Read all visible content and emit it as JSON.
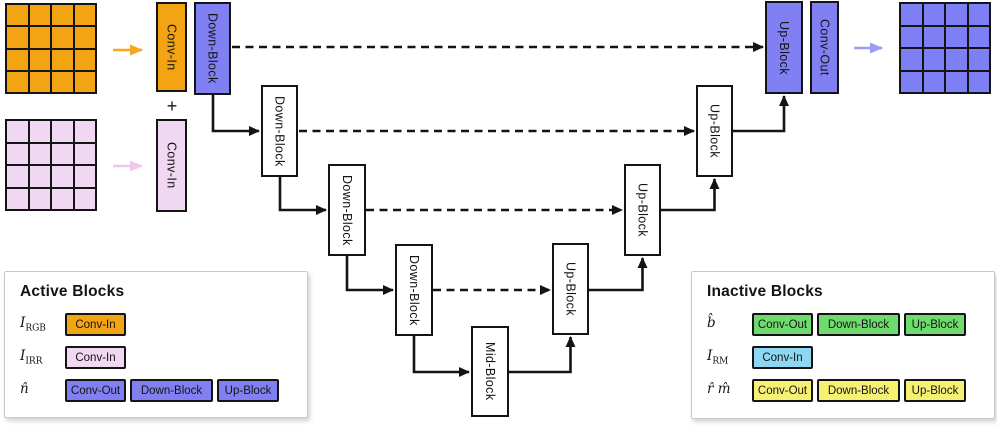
{
  "colors": {
    "orange": "#F2A412",
    "pink": "#F0D7F2",
    "purple": "#8080F2",
    "grid_purple": "#7E7EF5",
    "arrow_orange": "#F5A623",
    "arrow_pink": "#F2C6EA",
    "arrow_purple": "#9C9CF5",
    "green": "#6FDB6F",
    "blue": "#8DD7F2",
    "yellow": "#F6F173",
    "outline": "#141414"
  },
  "unet": {
    "conv_in": "Conv-In",
    "down_block": "Down-Block",
    "mid_block": "Mid-Block",
    "up_block": "Up-Block",
    "conv_out": "Conv-Out",
    "plus": "+"
  },
  "legend_active": {
    "title": "Active Blocks",
    "rows": [
      {
        "label_base": "I",
        "label_sub": "RGB",
        "chips": [
          {
            "text": "Conv-In",
            "color": "#F2A412"
          }
        ]
      },
      {
        "label_base": "I",
        "label_sub": "IRR",
        "chips": [
          {
            "text": "Conv-In",
            "color": "#F0D7F2"
          }
        ]
      },
      {
        "label_base": "n̂",
        "label_sub": "",
        "chips": [
          {
            "text": "Conv-Out",
            "color": "#8080F2"
          },
          {
            "text": "Down-Block",
            "color": "#8080F2"
          },
          {
            "text": "Up-Block",
            "color": "#8080F2"
          }
        ]
      }
    ]
  },
  "legend_inactive": {
    "title": "Inactive Blocks",
    "rows": [
      {
        "label_base": "b̂",
        "label_sub": "",
        "chips": [
          {
            "text": "Conv-Out",
            "color": "#6FDB6F"
          },
          {
            "text": "Down-Block",
            "color": "#6FDB6F"
          },
          {
            "text": "Up-Block",
            "color": "#6FDB6F"
          }
        ]
      },
      {
        "label_base": "I",
        "label_sub": "RM",
        "chips": [
          {
            "text": "Conv-In",
            "color": "#8DD7F2"
          }
        ]
      },
      {
        "label_base": "r̂ m̂",
        "label_sub": "",
        "chips": [
          {
            "text": "Conv-Out",
            "color": "#F6F173"
          },
          {
            "text": "Down-Block",
            "color": "#F6F173"
          },
          {
            "text": "Up-Block",
            "color": "#F6F173"
          }
        ]
      }
    ]
  }
}
